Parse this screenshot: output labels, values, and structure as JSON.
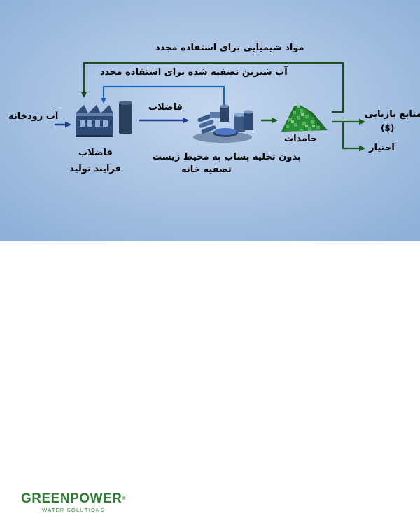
{
  "labels": {
    "chemicals_reuse": "مواد شیمیایی برای استفاده مجدد",
    "fresh_water_reuse": "آب شیرین تصفیه شده برای استفاده مجدد",
    "river_water": "آب رودخانه",
    "wastewater_arrow": "فاضلاب",
    "plant_wastewater": "فاضلاب",
    "production_process": "فرایند تولید",
    "zero_discharge": "بدون تخلیه پساب به محیط زیست",
    "treatment_plant": "تصفیه خانه",
    "solids": "جامدات",
    "recoverable_resources": "منابع بازیابی",
    "dollar": "($)",
    "optional": "اختیار"
  },
  "brand": {
    "name": "GREENPOWER",
    "registered": "®",
    "tagline": "WATER SOLUTIONS"
  },
  "colors": {
    "background": "#9bb8dd",
    "chemicals_line": "#1e4d1e",
    "water_line": "#1565c0",
    "process_arrow": "#1f3f8f",
    "solids_arrow": "#1e5a1e",
    "brand": "#2e7d32"
  }
}
